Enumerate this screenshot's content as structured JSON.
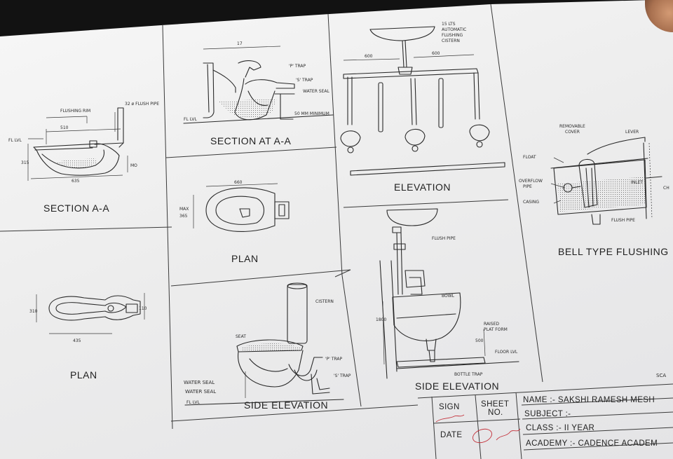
{
  "section_aa": {
    "title": "SECTION A-A",
    "flushing_rim": "FLUSHING RIM",
    "flush_pipe": "32 ø FLUSH PIPE",
    "fl_lvl": "FL LVL",
    "dim_510": "510",
    "dim_315": "315",
    "dim_635": "635",
    "dim_mo": "MO"
  },
  "plan_left": {
    "title": "PLAN",
    "dim_435": "435",
    "dim_310": "310",
    "dim_110": "110"
  },
  "section_at_aa": {
    "title": "SECTION AT A-A",
    "dim_top": "17",
    "p_trap": "'P' TRAP",
    "s_trap": "'S' TRAP",
    "water_seal": "WATER SEAL",
    "minimum": "50 MM MINIMUM",
    "fl_lvl": "FL LVL"
  },
  "plan_mid": {
    "title": "PLAN",
    "dim_660": "660",
    "dim_max": "MAX",
    "dim_365": "365"
  },
  "side_elev_left": {
    "title": "SIDE ELEVATION",
    "cistern": "CISTERN",
    "seat": "SEAT",
    "p_trap": "'P' TRAP",
    "s_trap": "'S' TRAP",
    "water_seal_1": "WATER SEAL",
    "water_seal_2": "WATER SEAL",
    "fl_lvl": "FL LVL"
  },
  "elevation": {
    "title": "ELEVATION",
    "cistern_note_1": "15 LTS",
    "cistern_note_2": "AUTOMATIC",
    "cistern_note_3": "FLUSHING",
    "cistern_note_4": "CISTERN",
    "dim_a": "600",
    "dim_b": "600"
  },
  "side_elev_right": {
    "title": "SIDE ELEVATION",
    "flush_pipe": "FLUSH PIPE",
    "bowl": "BOWL",
    "raised_1": "RAISED",
    "raised_2": "PLAT FORM",
    "floor_lvl": "FLOOR LVL",
    "bottle_trap": "BOTTLE TRAP",
    "dim_1800": "1800",
    "dim_500": "500"
  },
  "bell": {
    "title": "BELL TYPE FLUSHING",
    "removable_1": "REMOVABLE",
    "removable_2": "COVER",
    "lever": "LEVER",
    "float": "FLOAT",
    "overflow_1": "OVERFLOW",
    "overflow_2": "PIPE",
    "inlet": "INLET",
    "chain": "CH",
    "casing": "CASING",
    "flush_pipe": "FLUSH PIPE"
  },
  "scale_label": "SCA",
  "title_block": {
    "sign_label": "SIGN",
    "sheet_label_1": "SHEET",
    "sheet_label_2": "NO.",
    "date_label": "DATE",
    "name": "NAME :- SAKSHI RAMESH MESH",
    "subject": "SUBJECT :-",
    "class": "CLASS :- II YEAR",
    "academy": "ACADEMY :- CADENCE ACADEM"
  }
}
